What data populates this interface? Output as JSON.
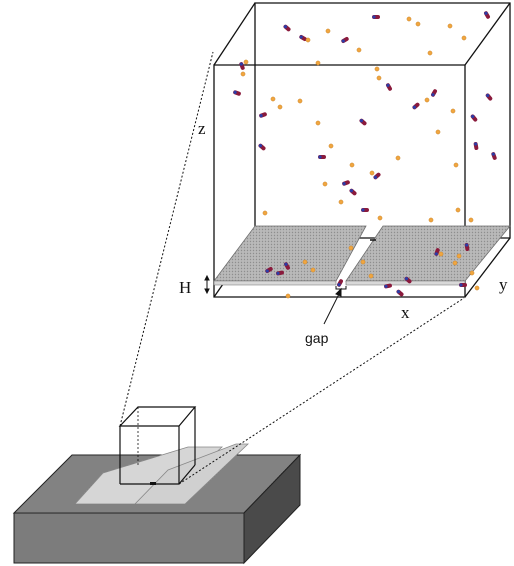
{
  "labels": {
    "z": "z",
    "y": "y",
    "x": "x",
    "height": "H",
    "gap": "gap"
  },
  "colors": {
    "molecule_body": "#8a1a3c",
    "molecule_tip": "#2b3da8",
    "ion": "#f0a640",
    "plate_fill": "#b5b5b5",
    "plate_edge": "#6e6e6e",
    "substrate_top": "#a0a0a0",
    "substrate_front": "#7a7a7a",
    "substrate_side": "#4e4e4e"
  },
  "icons": {
    "height_marker": "double-arrow-icon",
    "gap_marker": "arrow-icon"
  }
}
